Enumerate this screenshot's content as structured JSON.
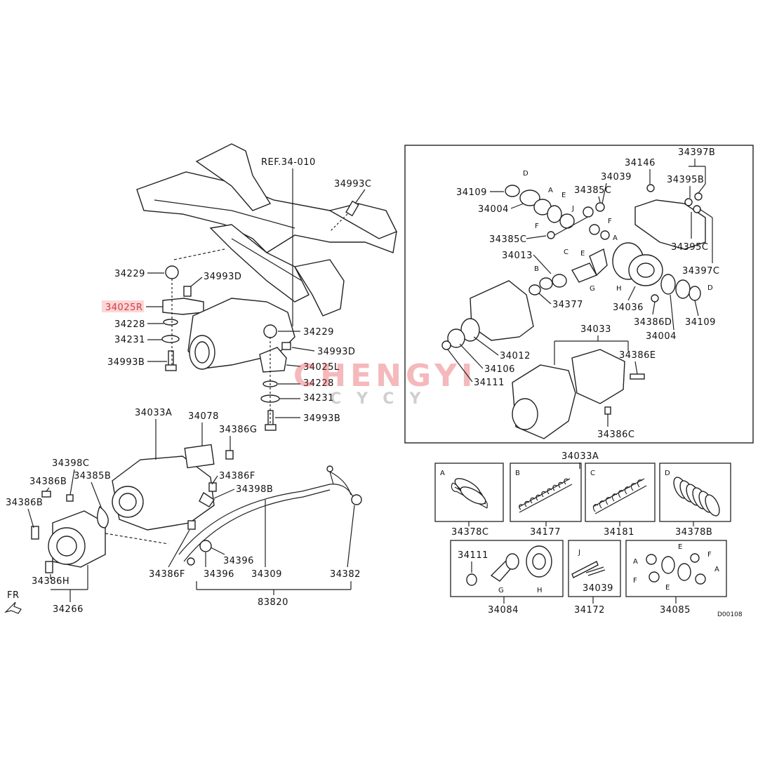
{
  "ref_label": "REF.34-010",
  "diagram_code": "D00108",
  "direction_label": "FR",
  "watermark": {
    "main": "CHENGYI",
    "sub": "CYCY"
  },
  "highlight_color": "#e8363b",
  "left_mount_labels": [
    "34229",
    "34993D",
    "34025R",
    "34228",
    "34231",
    "34993B"
  ],
  "right_mount_labels": [
    "34993C",
    "34229",
    "34993D",
    "34025L",
    "34228",
    "34231",
    "34993B"
  ],
  "lower_left_labels": [
    "34033A",
    "34078",
    "34386G",
    "34398C",
    "34386B",
    "34385B",
    "34386B",
    "34386F",
    "34398B",
    "34386H",
    "34266",
    "34386F",
    "34396",
    "34396",
    "34309",
    "34382",
    "83820"
  ],
  "exploded_labels": [
    "34146",
    "34397B",
    "34039",
    "34395B",
    "34109",
    "34385C",
    "34004",
    "34385C",
    "34013",
    "34395C",
    "34397C",
    "34377",
    "34036",
    "34386D",
    "34109",
    "34004",
    "34033",
    "34012",
    "34386E",
    "34106",
    "34111",
    "34386C"
  ],
  "letter_tags": [
    "D",
    "A",
    "E",
    "J",
    "F",
    "F",
    "A",
    "B",
    "C",
    "E",
    "G",
    "H",
    "D"
  ],
  "kit_title": "34033A",
  "kits": [
    {
      "letter": "A",
      "label": "34378C"
    },
    {
      "letter": "B",
      "label": "34177"
    },
    {
      "letter": "C",
      "label": "34181"
    },
    {
      "letter": "D",
      "label": "34378B"
    }
  ],
  "kit_bottom": [
    {
      "label": "34084",
      "tags": [
        "34111",
        "G",
        "H"
      ]
    },
    {
      "label": "34172",
      "tags": [
        "J",
        "34039"
      ]
    },
    {
      "label": "34085",
      "tags": [
        "A",
        "E",
        "F",
        "F",
        "E",
        "A"
      ]
    }
  ]
}
